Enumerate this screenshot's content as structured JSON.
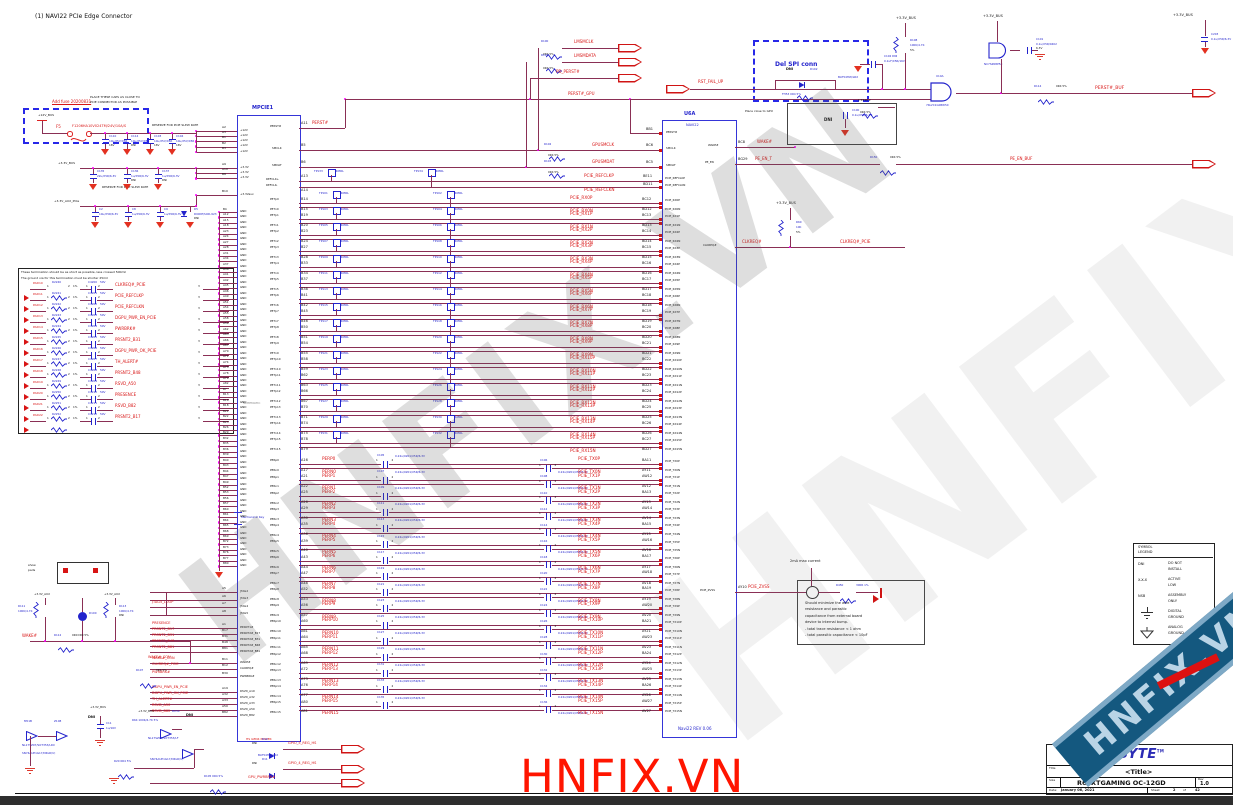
{
  "heading": "(1) NAVI22 PCIe Edge Connector",
  "watermarks": {
    "big": "HNFIX.VN",
    "red": "HNFIX.VN",
    "ribbon": "HNFIX.VN"
  },
  "rails": {
    "v12_bus": "+12V_BUS",
    "v3_bus": "+3.3V_BUS",
    "aux": "+3.3V_AUX_PCIe",
    "v3_aux": "+3.3V_AUX"
  },
  "fuse_area": {
    "note_add": "Add fuse 20200831",
    "fuse_ref": "F5",
    "fuse_part": "F1206HA10V024TM/24V/10A/S",
    "place_note_1": "PLACE THESE CAPS AS CLOSE TO",
    "place_note_2": "PCIE CONNECTOR AS POSSIBLE",
    "reserve_note": "RESERVE FOR PCIE SLEW RATE",
    "reserve_note_2": "RESERVE FOR PCIE SLEW RATE"
  },
  "cap_banks": {
    "bank_12v": [
      {
        "ref": "C110",
        "value": "10u/25V/X5R",
        "note": "16V"
      },
      {
        "ref": "C114",
        "value": "10u/25V/X5R",
        "note": "DNI"
      },
      {
        "ref": "C103",
        "value": "10u/25V/X5R",
        "note": "16V"
      },
      {
        "ref": "C104",
        "value": "10u/25V/X5R",
        "note": "16V"
      }
    ],
    "bank_3v3": [
      {
        "ref": "C135",
        "value": "22u/X5R/6.3V",
        "note": ""
      },
      {
        "ref": "C136",
        "value": "1u/X5R/6.3V",
        "note": "DNI"
      },
      {
        "ref": "C137",
        "value": "1u/X5R/6.3V",
        "note": "DNI"
      }
    ],
    "bank_aux": [
      {
        "ref": "C2",
        "value": "10u/X5R/6.3V",
        "note": ""
      },
      {
        "ref": "C8",
        "value": "1u/X5R/6.3V",
        "note": ""
      },
      {
        "ref": "C9",
        "value": "1u/X5R/6.3V",
        "note": ""
      },
      {
        "ref": "D5",
        "value": "DIODE/SOD-923",
        "note": "DNI"
      }
    ]
  },
  "termination": {
    "notes": [
      "These termination should be as short as possible, less crossed 500mil",
      "The ground via for this termination must be shorter 25mil"
    ],
    "rows": [
      [
        "PAD10",
        "R2240",
        "0R",
        "1%",
        "C4200",
        "50V",
        "CLKREQ#_PCIE"
      ],
      [
        "PAD11",
        "R2241",
        "0R",
        "1%",
        "C4201",
        "50V",
        "PCIE_REFCLKP"
      ],
      [
        "PAD12",
        "R2242",
        "0R",
        "1%",
        "C4202",
        "50V",
        "PCIE_REFCLKN"
      ],
      [
        "PAD13",
        "R2243",
        "0R",
        "1%",
        "C4203",
        "50V",
        "DGPU_PWR_EN_PCIE"
      ],
      [
        "PAD14",
        "R2244",
        "0R",
        "1%",
        "C4204",
        "50V",
        "PWRBRK#"
      ],
      [
        "PAD15",
        "R2245",
        "0R",
        "1%",
        "C4205",
        "50V",
        "PRSNT2_B31"
      ],
      [
        "PAD16",
        "R2246",
        "0R",
        "1%",
        "C4206",
        "50V",
        "DGPU_PWR_OK_PCIE"
      ],
      [
        "PAD17",
        "R2247",
        "0R",
        "1%",
        "C4207",
        "50V",
        "TH_ALERT#"
      ],
      [
        "PAD18",
        "R2248",
        "0R",
        "1%",
        "C4208",
        "50V",
        "PRSNT2_B48"
      ],
      [
        "PAD19",
        "R2249",
        "0R",
        "1%",
        "C4209",
        "50V",
        "RSVD_A50"
      ],
      [
        "PAD20",
        "R2250",
        "0R",
        "1%",
        "C4210",
        "50V",
        "PRESENCE"
      ],
      [
        "PAD21",
        "R2251",
        "0R",
        "1%",
        "C4211",
        "50V",
        "RSVD_B82"
      ],
      [
        "PAD22",
        "R2252",
        "0R",
        "1%",
        "C4212",
        "50V",
        "PRSNT2_B17"
      ]
    ]
  },
  "left_connector": {
    "ref": "MPCIE1",
    "inner_label": "SCHEMATIC",
    "key_label": "Mechanical Key",
    "rails": [
      {
        "net": "+12V",
        "pins": [
          "A2",
          "A3",
          "B1",
          "B2",
          "B3"
        ]
      },
      {
        "net": "+3.3V",
        "pins": [
          "A9",
          "A10",
          "B8"
        ]
      },
      {
        "net": "+3.3Vaux",
        "pins": [
          "B10"
        ]
      }
    ],
    "gnd_net": "GND",
    "gnd_pins": [
      "B4",
      "A12",
      "A15",
      "A18",
      "A23",
      "A24",
      "A27",
      "A28",
      "A31",
      "A34",
      "A37",
      "A38",
      "A41",
      "A42",
      "A45",
      "A46",
      "A49",
      "A51",
      "A54",
      "A55",
      "A58",
      "A59",
      "A62",
      "A63",
      "A66",
      "A67",
      "A70",
      "A71",
      "A74",
      "A75",
      "A78",
      "A79",
      "A82",
      "B7",
      "B13",
      "B16",
      "B18",
      "B21",
      "B22",
      "B25",
      "B26",
      "B29",
      "B32",
      "B35",
      "B36",
      "B39",
      "B40",
      "B43",
      "B44",
      "B47",
      "B49",
      "B52",
      "B53",
      "B56",
      "B57",
      "B60",
      "B61",
      "B64",
      "B65",
      "B68",
      "B69",
      "B72",
      "B73",
      "B76",
      "B77",
      "B80"
    ],
    "ctrl_pins": [
      {
        "name": "PERST#",
        "pin": "A11",
        "net": "PERST#"
      },
      {
        "name": "SMCLK",
        "pin": "B5",
        "net": "GPUSMCLK"
      },
      {
        "name": "SMDAT",
        "pin": "B6",
        "net": "GPUSMDAT"
      },
      {
        "name": "REFCLK+",
        "pin": "A13",
        "net": "PCIE_REFCLKP"
      },
      {
        "name": "REFCLK-",
        "pin": "A14",
        "net": "PCIE_REFCLKN"
      }
    ],
    "misc_pins": [
      {
        "name": "JTAG2",
        "pin": "A5",
        "net": ""
      },
      {
        "name": "JTAG3",
        "pin": "A6",
        "net": ""
      },
      {
        "name": "JTAG4",
        "pin": "A7",
        "net": "JTAG5_LOOP"
      },
      {
        "name": "JTAG5",
        "pin": "A8",
        "net": ""
      },
      {
        "name": "PRSNT1#",
        "pin": "A1",
        "net": "PRESENCE"
      },
      {
        "name": "PRSNT2#_B17",
        "pin": "B17",
        "net": "PRSNT2_B17"
      },
      {
        "name": "PRSNT2#_B31",
        "pin": "B31",
        "net": "PRSNT2_B31"
      },
      {
        "name": "PRSNT2#_B48",
        "pin": "B48",
        "net": "PRSNT2_B48"
      },
      {
        "name": "PRSNT2#_B81",
        "pin": "B81",
        "net": "PRSNT2_B81"
      },
      {
        "name": "WAKE#",
        "pin": "B11",
        "net": "WAKE#_CON"
      },
      {
        "name": "CLKREQ#",
        "pin": "B12",
        "net": "CLKREQ#_PCIE"
      },
      {
        "name": "PWRBRK#",
        "pin": "B30",
        "net": "PWRBRK#"
      },
      {
        "name": "RSVD_A19",
        "pin": "A19",
        "net": "DGPU_PWR_EN_PCIE"
      },
      {
        "name": "RSVD_A32",
        "pin": "A32",
        "net": "DGPU_PWR_OK_PCIE"
      },
      {
        "name": "RSVD_A33",
        "pin": "A33",
        "net": "TH_ALERT#"
      },
      {
        "name": "RSVD_A50",
        "pin": "A50",
        "net": "RSVD_A50"
      },
      {
        "name": "RSVD_B82",
        "pin": "B82",
        "net": "RSVD_B82"
      }
    ]
  },
  "right_connector": {
    "ref": "U6A",
    "inner_top": "NAVI22",
    "part": "Navi22 REV 0.06",
    "top_pins": [
      {
        "name": "PERST#",
        "pin": "BB1",
        "net": "PERST#_GPU"
      },
      {
        "name": "SMCLK",
        "pin": "BC6",
        "net": "GPUSMCLK"
      },
      {
        "name": "SMDAT",
        "pin": "BC5",
        "net": "GPUSMDAT"
      },
      {
        "name": "PCIE_REFCLKP",
        "pin": "BE11",
        "net": "PCIE_REFCLKP"
      },
      {
        "name": "PCIE_REFCLKN",
        "pin": "BD11",
        "net": "PCIE_REFCLKN"
      }
    ],
    "right_pins": [
      {
        "name": "WAKE#",
        "pin": "BC8",
        "net": "WAKE#"
      },
      {
        "name": "PE_EN",
        "pin": "BG29",
        "net": "PE_EN_T"
      },
      {
        "name": "CLKREQ#",
        "pin": "",
        "net": "CLKREQ#"
      },
      {
        "name": "PCIE_ZVSS",
        "pin": "AY10",
        "net": "PCIE_ZVSS"
      }
    ]
  },
  "tp_suffix": "40MIL",
  "refclk_tps": [
    "TP133",
    "TP134"
  ],
  "rx_lanes": [
    [
      "PETp0",
      "PETn0",
      "B14",
      "B15",
      "TP101",
      "TP102",
      "PCIE_RX0P",
      "PCIE_RX0N",
      "BC12",
      "BD12"
    ],
    [
      "PETp1",
      "PETn1",
      "B19",
      "B20",
      "TP103",
      "TP104",
      "PCIE_RX1P",
      "PCIE_RX1N",
      "BC13",
      "BD13"
    ],
    [
      "PETp2",
      "PETn2",
      "B23",
      "B24",
      "TP105",
      "TP106",
      "PCIE_RX2P",
      "PCIE_RX2N",
      "BC14",
      "BD14"
    ],
    [
      "PETp3",
      "PETn3",
      "B27",
      "B28",
      "TP107",
      "TP108",
      "PCIE_RX3P",
      "PCIE_RX3N",
      "BC15",
      "BD15"
    ],
    [
      "PETp4",
      "PETn4",
      "B33",
      "B34",
      "TP109",
      "TP110",
      "PCIE_RX4P",
      "PCIE_RX4N",
      "BC16",
      "BD16"
    ],
    [
      "PETp5",
      "PETn5",
      "B37",
      "B38",
      "TP111",
      "TP112",
      "PCIE_RX5P",
      "PCIE_RX5N",
      "BC17",
      "BD17"
    ],
    [
      "PETp6",
      "PETn6",
      "B41",
      "B42",
      "TP113",
      "TP114",
      "PCIE_RX6P",
      "PCIE_RX6N",
      "BC18",
      "BD18"
    ],
    [
      "PETp7",
      "PETn7",
      "B45",
      "B46",
      "TP115",
      "TP116",
      "PCIE_RX7P",
      "PCIE_RX7N",
      "BC19",
      "BD19"
    ],
    [
      "PETp8",
      "PETn8",
      "B50",
      "B51",
      "TP117",
      "TP118",
      "PCIE_RX8P",
      "PCIE_RX8N",
      "BC20",
      "BD20"
    ],
    [
      "PETp9",
      "PETn9",
      "B54",
      "B55",
      "TP119",
      "TP120",
      "PCIE_RX9P",
      "PCIE_RX9N",
      "BC21",
      "BD21"
    ],
    [
      "PETp10",
      "PETn10",
      "B58",
      "B59",
      "TP121",
      "TP122",
      "PCIE_RX10P",
      "PCIE_RX10N",
      "BC22",
      "BD22"
    ],
    [
      "PETp11",
      "PETn11",
      "B62",
      "B63",
      "TP123",
      "TP124",
      "PCIE_RX11P",
      "PCIE_RX11N",
      "BC23",
      "BD23"
    ],
    [
      "PETp12",
      "PETn12",
      "B66",
      "B67",
      "TP125",
      "TP126",
      "PCIE_RX12P",
      "PCIE_RX12N",
      "BC24",
      "BD24"
    ],
    [
      "PETp13",
      "PETn13",
      "B70",
      "B71",
      "TP127",
      "TP128",
      "PCIE_RX13P",
      "PCIE_RX13N",
      "BC25",
      "BD25"
    ],
    [
      "PETp14",
      "PETn14",
      "B74",
      "B75",
      "TP129",
      "TP130",
      "PCIE_RX14P",
      "PCIE_RX14N",
      "BC26",
      "BD26"
    ],
    [
      "PETp15",
      "PETn15",
      "B78",
      "B79",
      "TP131",
      "TP132",
      "PCIE_RX15P",
      "PCIE_RX15N",
      "BC27",
      "BD27"
    ]
  ],
  "tx_cap_value": "0.22u/0201/X5R/6.3V",
  "tx_lanes": [
    [
      "PERp0",
      "PERn0",
      "A16",
      "A17",
      "PERP0",
      "PERN0",
      "C105",
      "C106",
      "PCIE_TX0P",
      "PCIE_TX0N",
      "BA11",
      "AY11"
    ],
    [
      "PERp1",
      "PERn1",
      "A21",
      "A22",
      "PERP1",
      "PERN1",
      "C107",
      "C108",
      "PCIE_TX1P",
      "PCIE_TX1N",
      "AW12",
      "AV12"
    ],
    [
      "PERp2",
      "PERn2",
      "A25",
      "A26",
      "PERP2",
      "PERN2",
      "C109",
      "C110",
      "PCIE_TX2P",
      "PCIE_TX2N",
      "BA13",
      "AY13"
    ],
    [
      "PERp3",
      "PERn3",
      "A29",
      "A30",
      "PERP3",
      "PERN3",
      "C111",
      "C112",
      "PCIE_TX3P",
      "PCIE_TX3N",
      "AW14",
      "AV14"
    ],
    [
      "PERp4",
      "PERn4",
      "A35",
      "A36",
      "PERP4",
      "PERN4",
      "C113",
      "C114",
      "PCIE_TX4P",
      "PCIE_TX4N",
      "BA15",
      "AY15"
    ],
    [
      "PERp5",
      "PERn5",
      "A39",
      "A40",
      "PERP5",
      "PERN5",
      "C115",
      "C116",
      "PCIE_TX5P",
      "PCIE_TX5N",
      "AW16",
      "AV16"
    ],
    [
      "PERp6",
      "PERn6",
      "A43",
      "A44",
      "PERP6",
      "PERN6",
      "C117",
      "C118",
      "PCIE_TX6P",
      "PCIE_TX6N",
      "BA17",
      "AY17"
    ],
    [
      "PERp7",
      "PERn7",
      "A47",
      "A48",
      "PERP7",
      "PERN7",
      "C119",
      "C120",
      "PCIE_TX7P",
      "PCIE_TX7N",
      "AW18",
      "AV18"
    ],
    [
      "PERp8",
      "PERn8",
      "A52",
      "A53",
      "PERP8",
      "PERN8",
      "C121",
      "C122",
      "PCIE_TX8P",
      "PCIE_TX8N",
      "BA19",
      "AY19"
    ],
    [
      "PERp9",
      "PERn9",
      "A56",
      "A57",
      "PERP9",
      "PERN9",
      "C123",
      "C124",
      "PCIE_TX9P",
      "PCIE_TX9N",
      "AW20",
      "AV20"
    ],
    [
      "PERp10",
      "PERn10",
      "A60",
      "A61",
      "PERP10",
      "PERN10",
      "C125",
      "C126",
      "PCIE_TX10P",
      "PCIE_TX10N",
      "BA21",
      "AY21"
    ],
    [
      "PERp11",
      "PERn11",
      "A64",
      "A65",
      "PERP11",
      "PERN11",
      "C127",
      "C128",
      "PCIE_TX11P",
      "PCIE_TX11N",
      "AW23",
      "AV23"
    ],
    [
      "PERp12",
      "PERn12",
      "A68",
      "A69",
      "PERP12",
      "PERN12",
      "C129",
      "C130",
      "PCIE_TX12P",
      "PCIE_TX12N",
      "BA24",
      "AY24"
    ],
    [
      "PERp13",
      "PERn13",
      "A72",
      "A73",
      "PERP13",
      "PERN13",
      "C131",
      "C132",
      "PCIE_TX13P",
      "PCIE_TX13N",
      "AW25",
      "AV25"
    ],
    [
      "PERp14",
      "PERn14",
      "A76",
      "A77",
      "PERP14",
      "PERN14",
      "C133",
      "C134",
      "PCIE_TX14P",
      "PCIE_TX14N",
      "BA26",
      "AY26"
    ],
    [
      "PERp15",
      "PERn15",
      "A80",
      "A81",
      "PERP15",
      "PERN15",
      "C135",
      "C136",
      "PCIE_TX15P",
      "PCIE_TX15N",
      "AW27",
      "AV27"
    ]
  ],
  "smbus": {
    "r_top": [
      {
        "ref": "R100",
        "value": "0R4 5%",
        "net": "LMSMCLK"
      },
      {
        "ref": "R101",
        "value": "0R4 5%",
        "net": "LMSMDATA"
      }
    ],
    "pd_net": "PD_PERST#",
    "inline": [
      {
        "ref": "R102",
        "value": "0R4 5%",
        "net": "GPUSMCLK"
      },
      {
        "ref": "R103",
        "value": "0R4 5%",
        "net": "GPUSMDAT"
      }
    ],
    "rst_fail": "RST_FAIL_UP"
  },
  "spi_box": {
    "label": "Del SPI conn",
    "dni": "DNI",
    "diode_ref": "D102",
    "diode_part": "BAT54HW/LRX",
    "res_ref": "FH53",
    "res_value": "0R4 5%",
    "cap_ref": "C102",
    "cap_note": "DNI",
    "cap_value": "0.1uF/X5R/16V"
  },
  "perst_gate": {
    "ref": "U10A",
    "part": "74LVC1G08W5X",
    "pullup_ref": "R108",
    "pullup_value": "100K/4.7K",
    "pullup_tol": "5%",
    "out_res_ref": "R114",
    "out_res_value": "0R4 5%",
    "net_out": "PERST#_BUF",
    "net_gpu": "PERST#_GPU"
  },
  "buf_gate": {
    "part": "NC7SZ08P5X",
    "cap_ref": "C101",
    "cap_value": "0.1u/X5R/0402",
    "cap_volt": "6.3V"
  },
  "far_cap": {
    "ref": "C203",
    "value": "0.1u/X5R/6.3V"
  },
  "place_box": {
    "note": "Place close to GPU",
    "dni": "DNI",
    "cap_ref": "C100",
    "cap_value": "0.1u/X5R/6.3V",
    "res_label": "1  R110  2",
    "res_value": "0R4 5%"
  },
  "clkreq_pull": {
    "ref": "R60",
    "val": "10K",
    "tol": "5%",
    "net_pin": "CLKREQ#",
    "net": "CLKREQ#_PCIE"
  },
  "pe_en": {
    "ref": "R150",
    "val": "0R4 5%",
    "net": "PE_EN_BUF"
  },
  "zvss": {
    "probe_note": "2mA max current",
    "res_ref": "R450",
    "res_value": "300R 1%",
    "notes": [
      "Should minimize the wire",
      "resistance and parasitic",
      "capacitance from external board",
      "device to internal bump.",
      "- total trace resistance < 1 ohm",
      "- total parasitic capacitance < 10pF"
    ]
  },
  "wake_circuit": {
    "pads_note_1": "show",
    "pads_note_2": "pads",
    "d_ref": "D100",
    "r1_ref": "R111",
    "r1_val": "100K/4.7K",
    "r2_ref": "R113",
    "r2_val": "100K/4.7K",
    "r2_note": "DNI",
    "net": "WAKE#",
    "ri_ref": "R112",
    "ri_val": "0R0",
    "ri_note": "DNI 5%",
    "net_con": "WAKE#_CON"
  },
  "buffers_a": {
    "dni": "DNI",
    "ref1": "M51B",
    "ref2": "Z108",
    "part1": "NL17SZ07/SOT353/LRX",
    "part2": "SN74AUP1G17/DRLR(U)",
    "cap_ref": "C11",
    "cap_val": "1u/16V"
  },
  "buffers_b": {
    "dni": "DNI",
    "ref": "BU50",
    "part1": "NL17SZ07/SOT353/LF",
    "part2": "SN74AUP1G17/DRLR(U)",
    "r1": "R20 0R4 5%",
    "r2_ref": "R105",
    "r2_val": "0R4 5%",
    "net": "GPU_PWRBRK#"
  },
  "gen4": {
    "label": "HS GEN4 POWER",
    "dni": "DNI",
    "d1": "D10",
    "d2": "D11",
    "part": "BAT54HW/LRX",
    "net1": "GPIO_5_REG_HS",
    "net2": "GPIO_4_REG_HS"
  },
  "pwrbrk_r": {
    "ref": "R107",
    "val": "0R4 5%"
  },
  "rsvd_pull": {
    "res": "R64 100K/4.7K 5%"
  },
  "legend": {
    "title1": "SYMBOL",
    "title2": "LEGEND",
    "rows": [
      {
        "type": "text",
        "sym": "DNI",
        "d1": "DO NOT",
        "d2": "INSTALL"
      },
      {
        "type": "text",
        "sym": "X-X-X",
        "d1": "ACTIVE",
        "d2": "LOW"
      },
      {
        "type": "text",
        "sym": "NSB",
        "d1": "ASSEMBLY",
        "d2": "ONLY"
      },
      {
        "type": "gnd-digital",
        "sym": "",
        "d1": "DIGITAL",
        "d2": "GROUND"
      },
      {
        "type": "gnd-analog",
        "sym": "",
        "d1": "ANALOG",
        "d2": "GROUND"
      }
    ]
  },
  "titleblock": {
    "brand": "GIGABYTE",
    "tm": "TM",
    "title_label": "Title",
    "title": "<Title>",
    "size_label": "Size",
    "doc": "R67XTGAMING OC-12GD",
    "rev_label": "Rev",
    "rev": "1.0",
    "date_label": "Date:",
    "date": "January 06, 2021",
    "sheet_label": "Sheet",
    "sheet_no": "2",
    "of_label": "of",
    "sheet_total": "42"
  }
}
